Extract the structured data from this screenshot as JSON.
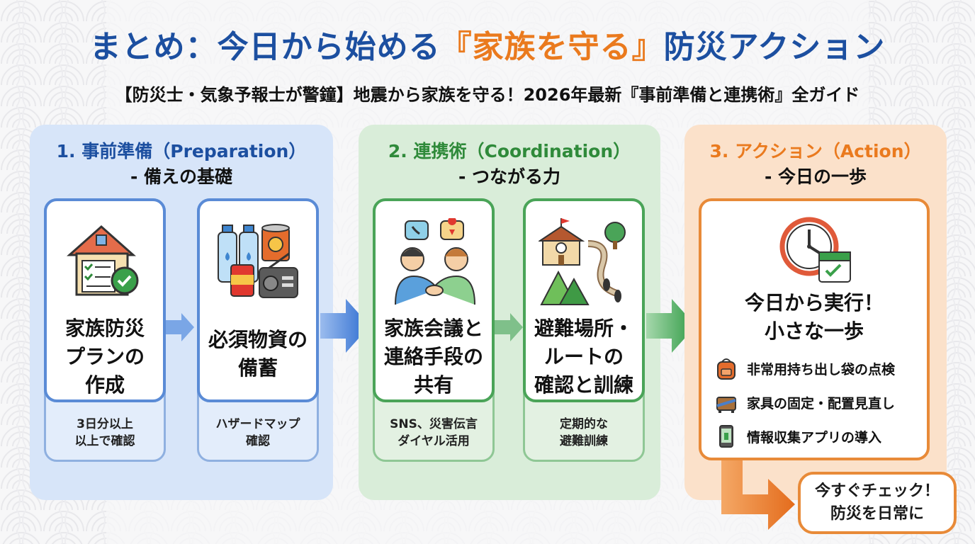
{
  "header": {
    "title_main": "まとめ：今日から始める",
    "title_accent": "『家族を守る』",
    "title_end": "防災アクション",
    "subtitle": "【防災士・気象予報士が警鐘】地震から家族を守る！2026年最新『事前準備と連携術』全ガイド"
  },
  "sections": [
    {
      "heading": "1. 事前準備（Preparation）",
      "subheading": "- 備えの基礎",
      "color": "#1c4fa0",
      "cards": [
        {
          "title_lines": [
            "家族防災",
            "プランの",
            "作成"
          ],
          "note_lines": [
            "3日分以上",
            "以上で確認"
          ],
          "icon": "house-checklist-icon"
        },
        {
          "title_lines": [
            "必須物資の",
            "備蓄"
          ],
          "note_lines": [
            "ハザードマップ",
            "確認"
          ],
          "icon": "water-cans-radio-icon"
        }
      ]
    },
    {
      "heading": "2. 連携術（Coordination）",
      "subheading": "- つながる力",
      "color": "#2f8a3a",
      "cards": [
        {
          "title_lines": [
            "家族会議と",
            "連絡手段の",
            "共有"
          ],
          "note_lines": [
            "SNS、災害伝言",
            "ダイヤル活用"
          ],
          "icon": "handshake-icon"
        },
        {
          "title_lines": [
            "避難場所・",
            "ルートの",
            "確認と訓練"
          ],
          "note_lines": [
            "定期的な",
            "避難訓練"
          ],
          "icon": "evacuation-route-icon"
        }
      ]
    },
    {
      "heading": "3. アクション（Action）",
      "subheading": "- 今日の一歩",
      "color": "#ea7a1e",
      "card": {
        "title_lines": [
          "今日から実行！",
          "小さな一歩"
        ],
        "icon": "clock-calendar-icon",
        "items": [
          {
            "label": "非常用持ち出し袋の点検",
            "icon": "backpack-icon"
          },
          {
            "label": "家具の固定・配置見直し",
            "icon": "furniture-icon"
          },
          {
            "label": "情報収集アプリの導入",
            "icon": "smartphone-icon"
          }
        ]
      }
    }
  ],
  "cta": {
    "lines": [
      "今すぐチェック！",
      "防災を日常に"
    ]
  },
  "colors": {
    "blue": "#1c4fa0",
    "green": "#2f8a3a",
    "orange": "#ea7a1e"
  }
}
